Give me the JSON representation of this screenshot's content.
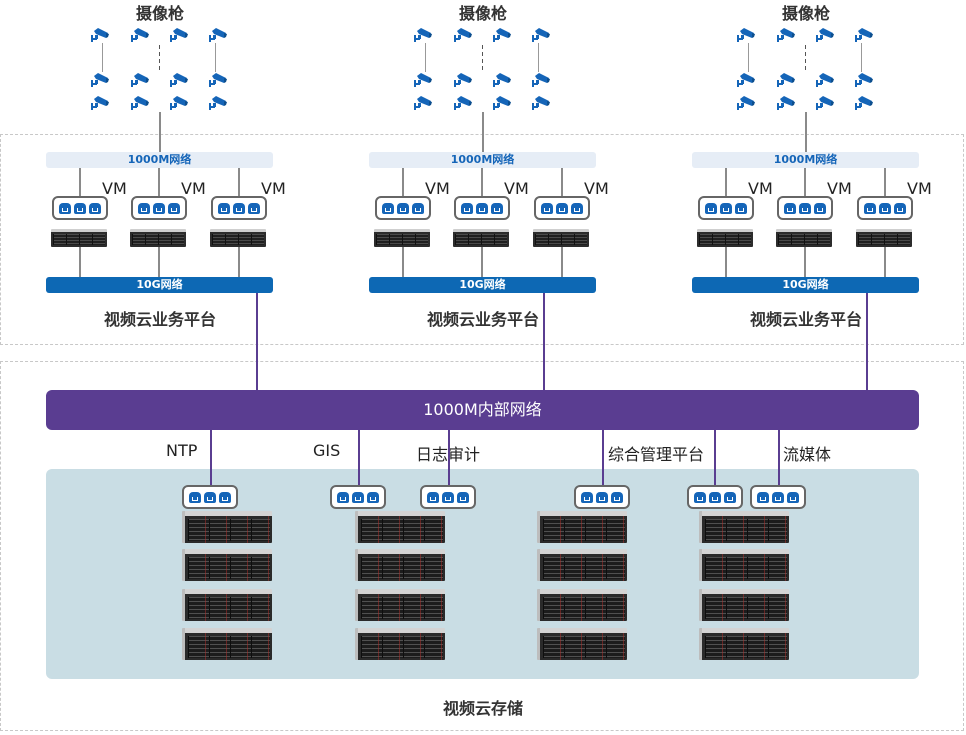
{
  "colors": {
    "inner_bus": "#5a3d91",
    "net_10g": "#0d68b4",
    "net_1000m_bg": "#e6edf6",
    "net_1000m_text": "#1565b8",
    "storage_bg": "#c9dde4",
    "camera": "#1565b8"
  },
  "camera_groups": [
    {
      "title": "摄像枪"
    },
    {
      "title": "摄像枪"
    },
    {
      "title": "摄像枪"
    }
  ],
  "platforms": [
    {
      "net_1000m": "1000M网络",
      "vm_labels": [
        "VM",
        "VM",
        "VM"
      ],
      "net_10g": "10G网络",
      "title": "视频云业务平台"
    },
    {
      "net_1000m": "1000M网络",
      "vm_labels": [
        "VM",
        "VM",
        "VM"
      ],
      "net_10g": "10G网络",
      "title": "视频云业务平台"
    },
    {
      "net_1000m": "1000M网络",
      "vm_labels": [
        "VM",
        "VM",
        "VM"
      ],
      "net_10g": "10G网络",
      "title": "视频云业务平台"
    }
  ],
  "inner_network": {
    "label": "1000M内部网络"
  },
  "services": [
    {
      "label": "NTP"
    },
    {
      "label": "GIS"
    },
    {
      "label": "日志审计"
    },
    {
      "label": "综合管理平台"
    },
    {
      "label": "流媒体"
    }
  ],
  "storage": {
    "title": "视频云存储",
    "columns": 4,
    "servers_per_column": 4
  }
}
